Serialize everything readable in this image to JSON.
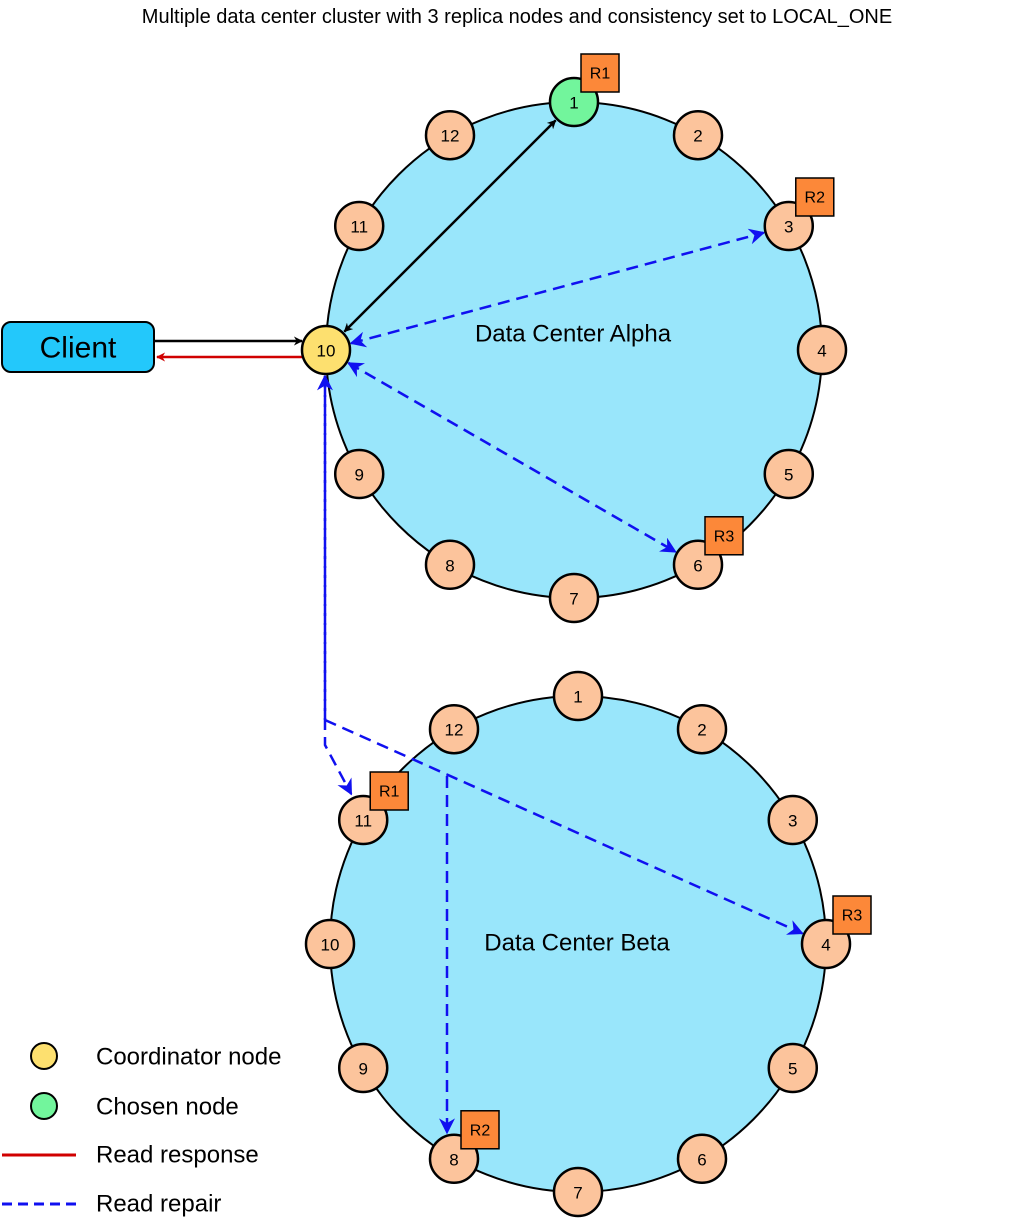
{
  "title": "Multiple data center cluster with 3 replica nodes and consistency set to LOCAL_ONE",
  "colors": {
    "ring_fill": "#99e6fb",
    "node_fill": "#fcc49c",
    "coordinator_fill": "#fde06f",
    "chosen_fill": "#72f59c",
    "replica_tag_fill": "#fc8839",
    "client_fill": "#23c8fb",
    "request_line": "#000000",
    "read_response_line": "#d00000",
    "read_repair_line": "#1010f0"
  },
  "client": {
    "label": "Client"
  },
  "data_centers": [
    {
      "id": "alpha",
      "label": "Data Center Alpha",
      "nodes": [
        "1",
        "2",
        "3",
        "4",
        "5",
        "6",
        "7",
        "8",
        "9",
        "10",
        "11",
        "12"
      ],
      "coordinator": "10",
      "chosen": "1",
      "replicas": [
        {
          "tag": "R1",
          "node": "1"
        },
        {
          "tag": "R2",
          "node": "3"
        },
        {
          "tag": "R3",
          "node": "6"
        }
      ]
    },
    {
      "id": "beta",
      "label": "Data Center Beta",
      "nodes": [
        "1",
        "2",
        "3",
        "4",
        "5",
        "6",
        "7",
        "8",
        "9",
        "10",
        "11",
        "12"
      ],
      "coordinator": null,
      "chosen": null,
      "replicas": [
        {
          "tag": "R1",
          "node": "11"
        },
        {
          "tag": "R2",
          "node": "8"
        },
        {
          "tag": "R3",
          "node": "4"
        }
      ]
    }
  ],
  "flows": [
    {
      "from": "client",
      "to": "alpha-10",
      "type": "request"
    },
    {
      "from": "alpha-10",
      "to": "client",
      "type": "read_response"
    },
    {
      "from": "alpha-10",
      "to": "alpha-1",
      "type": "request",
      "bidirectional": true
    },
    {
      "from": "alpha-10",
      "to": "alpha-3",
      "type": "read_repair",
      "bidirectional": true
    },
    {
      "from": "alpha-10",
      "to": "alpha-6",
      "type": "read_repair",
      "bidirectional": true
    },
    {
      "from": "alpha-10",
      "to": "beta-11",
      "type": "read_repair"
    },
    {
      "from": "alpha-10",
      "to": "beta-4",
      "type": "read_repair"
    },
    {
      "from": "alpha-10",
      "to": "beta-8",
      "type": "read_repair"
    }
  ],
  "legend": [
    {
      "kind": "circle",
      "color_key": "coordinator_fill",
      "label": "Coordinator node"
    },
    {
      "kind": "circle",
      "color_key": "chosen_fill",
      "label": "Chosen node"
    },
    {
      "kind": "line-solid",
      "color_key": "read_response_line",
      "label": "Read response"
    },
    {
      "kind": "line-dashed",
      "color_key": "read_repair_line",
      "label": "Read repair"
    }
  ]
}
